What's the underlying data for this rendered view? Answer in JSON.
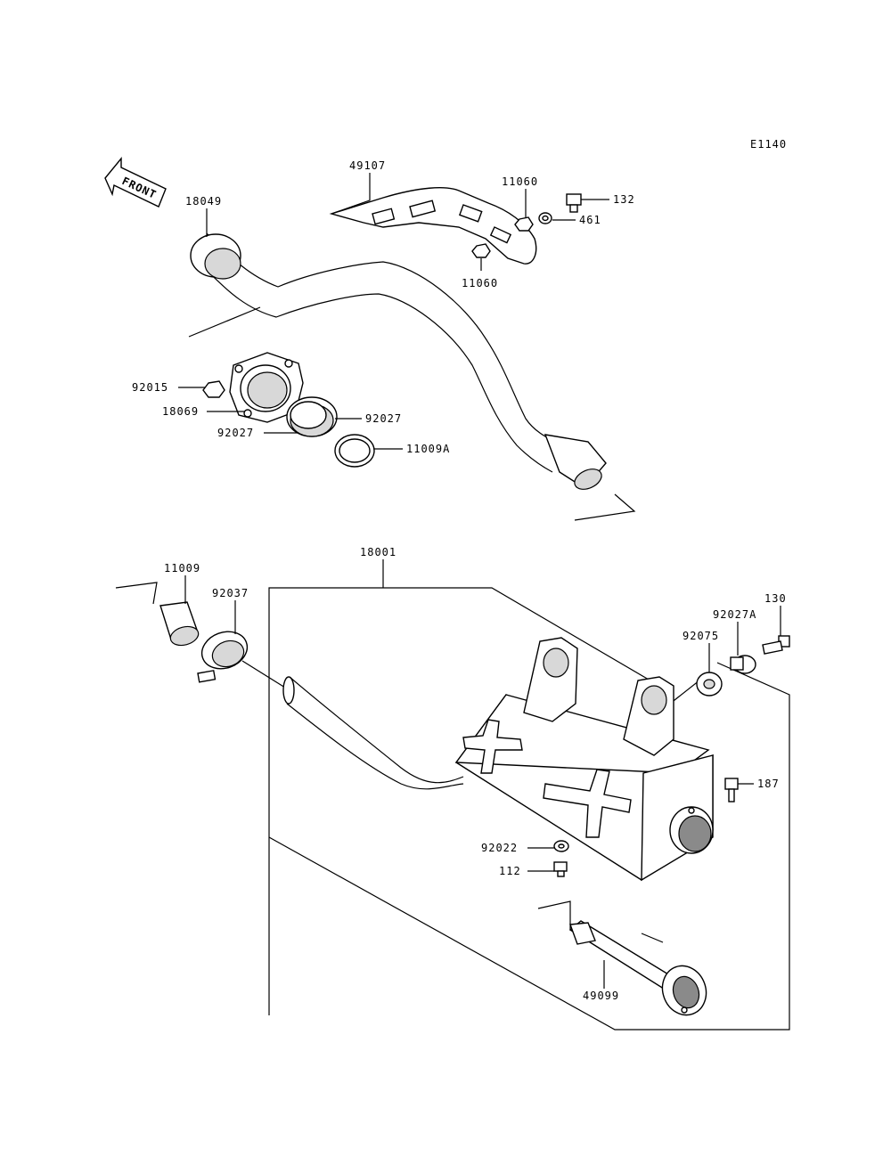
{
  "diagram": {
    "code": "E1140",
    "front_label": "FRONT",
    "parts": {
      "p18049": "18049",
      "p49107": "49107",
      "p11060a": "11060",
      "p11060b": "11060",
      "p132": "132",
      "p461": "461",
      "p92015": "92015",
      "p18069": "18069",
      "p92027a": "92027",
      "p92027b": "92027",
      "p11009A": "11009A",
      "p18001": "18001",
      "p11009": "11009",
      "p92037": "92037",
      "p130": "130",
      "p92027A": "92027A",
      "p92075": "92075",
      "p187": "187",
      "p92022": "92022",
      "p112": "112",
      "p49099": "49099"
    }
  }
}
